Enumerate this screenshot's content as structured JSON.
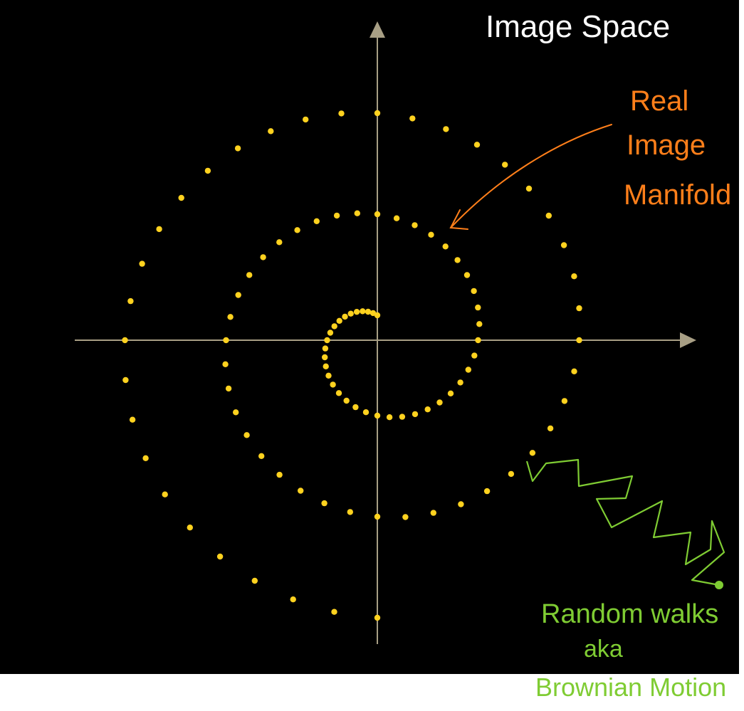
{
  "title": "Image Space",
  "manifold_label": {
    "line1": "Real",
    "line2": "Image",
    "line3": "Manifold"
  },
  "walk_label": {
    "line1": "Random walks",
    "line2": "aka",
    "line3": "Brownian Motion"
  },
  "colors": {
    "background": "#000000",
    "axes": "#a89f85",
    "manifold_points": "#ffd21f",
    "manifold_label": "#ff7f1a",
    "random_walk": "#7fcc33",
    "title": "#ffffff"
  },
  "icons": {
    "x_axis_arrow": "triangle-right",
    "y_axis_arrow": "triangle-up"
  }
}
